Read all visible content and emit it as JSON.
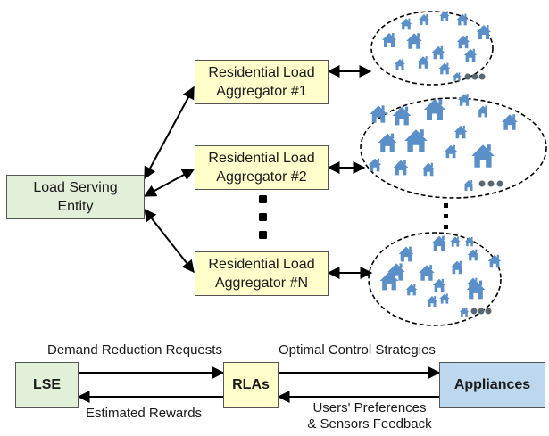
{
  "top": {
    "lse_box": {
      "line1": "Load Serving",
      "line2": "Entity"
    },
    "aggregators": [
      {
        "line1": "Residential Load",
        "line2": "Aggregator #1"
      },
      {
        "line1": "Residential Load",
        "line2": "Aggregator #2"
      },
      {
        "line1": "Residential Load",
        "line2": "Aggregator #N"
      }
    ],
    "house_icon": "house-icon",
    "ellipsis_icon": "ellipsis-dots-icon"
  },
  "bottom": {
    "lse": "LSE",
    "rlas": "RLAs",
    "appliances": "Appliances",
    "demand_reduction": "Demand Reduction Requests",
    "optimal_control": "Optimal Control Strategies",
    "estimated_rewards": "Estimated Rewards",
    "users_prefs_line1": "Users' Preferences",
    "users_prefs_line2": "& Sensors Feedback"
  },
  "colors": {
    "lse_fill": "#e2efd9",
    "rla_fill": "#ffffcc",
    "appliances_fill": "#bdd7ee",
    "house_blue": "#5b8fc7",
    "dot_gray": "#5a6670"
  }
}
